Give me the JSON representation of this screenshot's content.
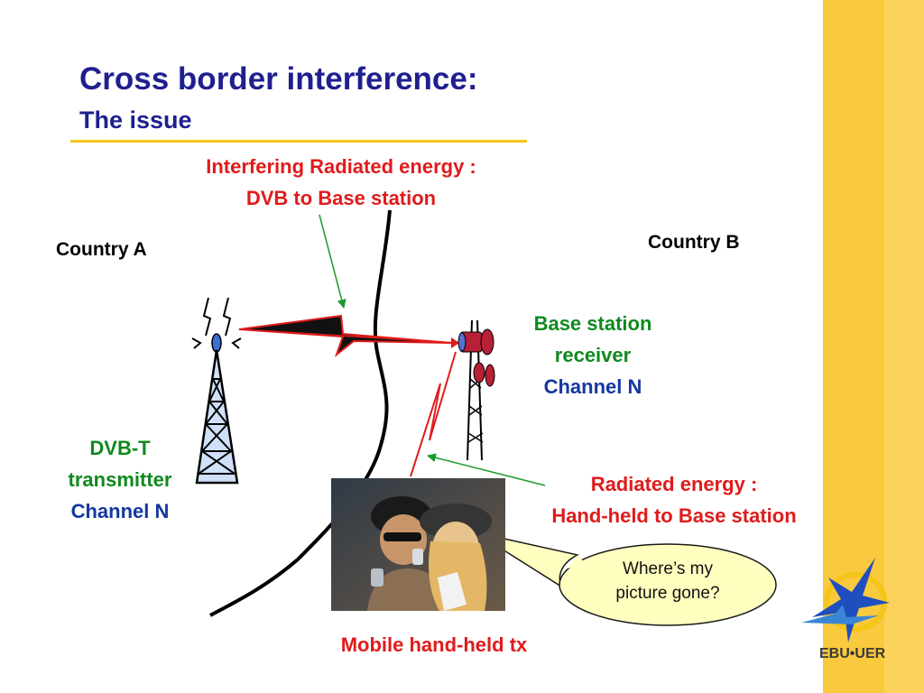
{
  "slide": {
    "title": "Cross border interference:",
    "subtitle": "The issue"
  },
  "labels": {
    "interfering_line1": "Interfering Radiated energy :",
    "interfering_line2": "DVB to Base station",
    "country_a": "Country A",
    "country_b": "Country B",
    "base_station_line1": "Base station",
    "base_station_line2": "receiver",
    "base_station_line3": "Channel N",
    "dvbt_line1": "DVB-T",
    "dvbt_line2": "transmitter",
    "dvbt_line3": "Channel N",
    "radiated_line1": "Radiated energy :",
    "radiated_line2": "Hand-held to Base station",
    "bubble_line1": "Where’s my",
    "bubble_line2": "picture gone?",
    "mobile_caption": "Mobile hand-held tx"
  },
  "logo": {
    "text": "EBU•UER"
  },
  "icons": {
    "dvbt_tower": "transmitter-tower-icon",
    "base_station": "base-station-antenna-icon",
    "photo": "people-with-phones-photo",
    "logo": "ebu-star-logo"
  },
  "colors": {
    "title": "#1f1f8f",
    "red_text": "#e01b1b",
    "green_text": "#10891e",
    "blue_text": "#1437a0",
    "accent_bar": "#f9c93e",
    "bubble_fill": "#ffffc0"
  }
}
